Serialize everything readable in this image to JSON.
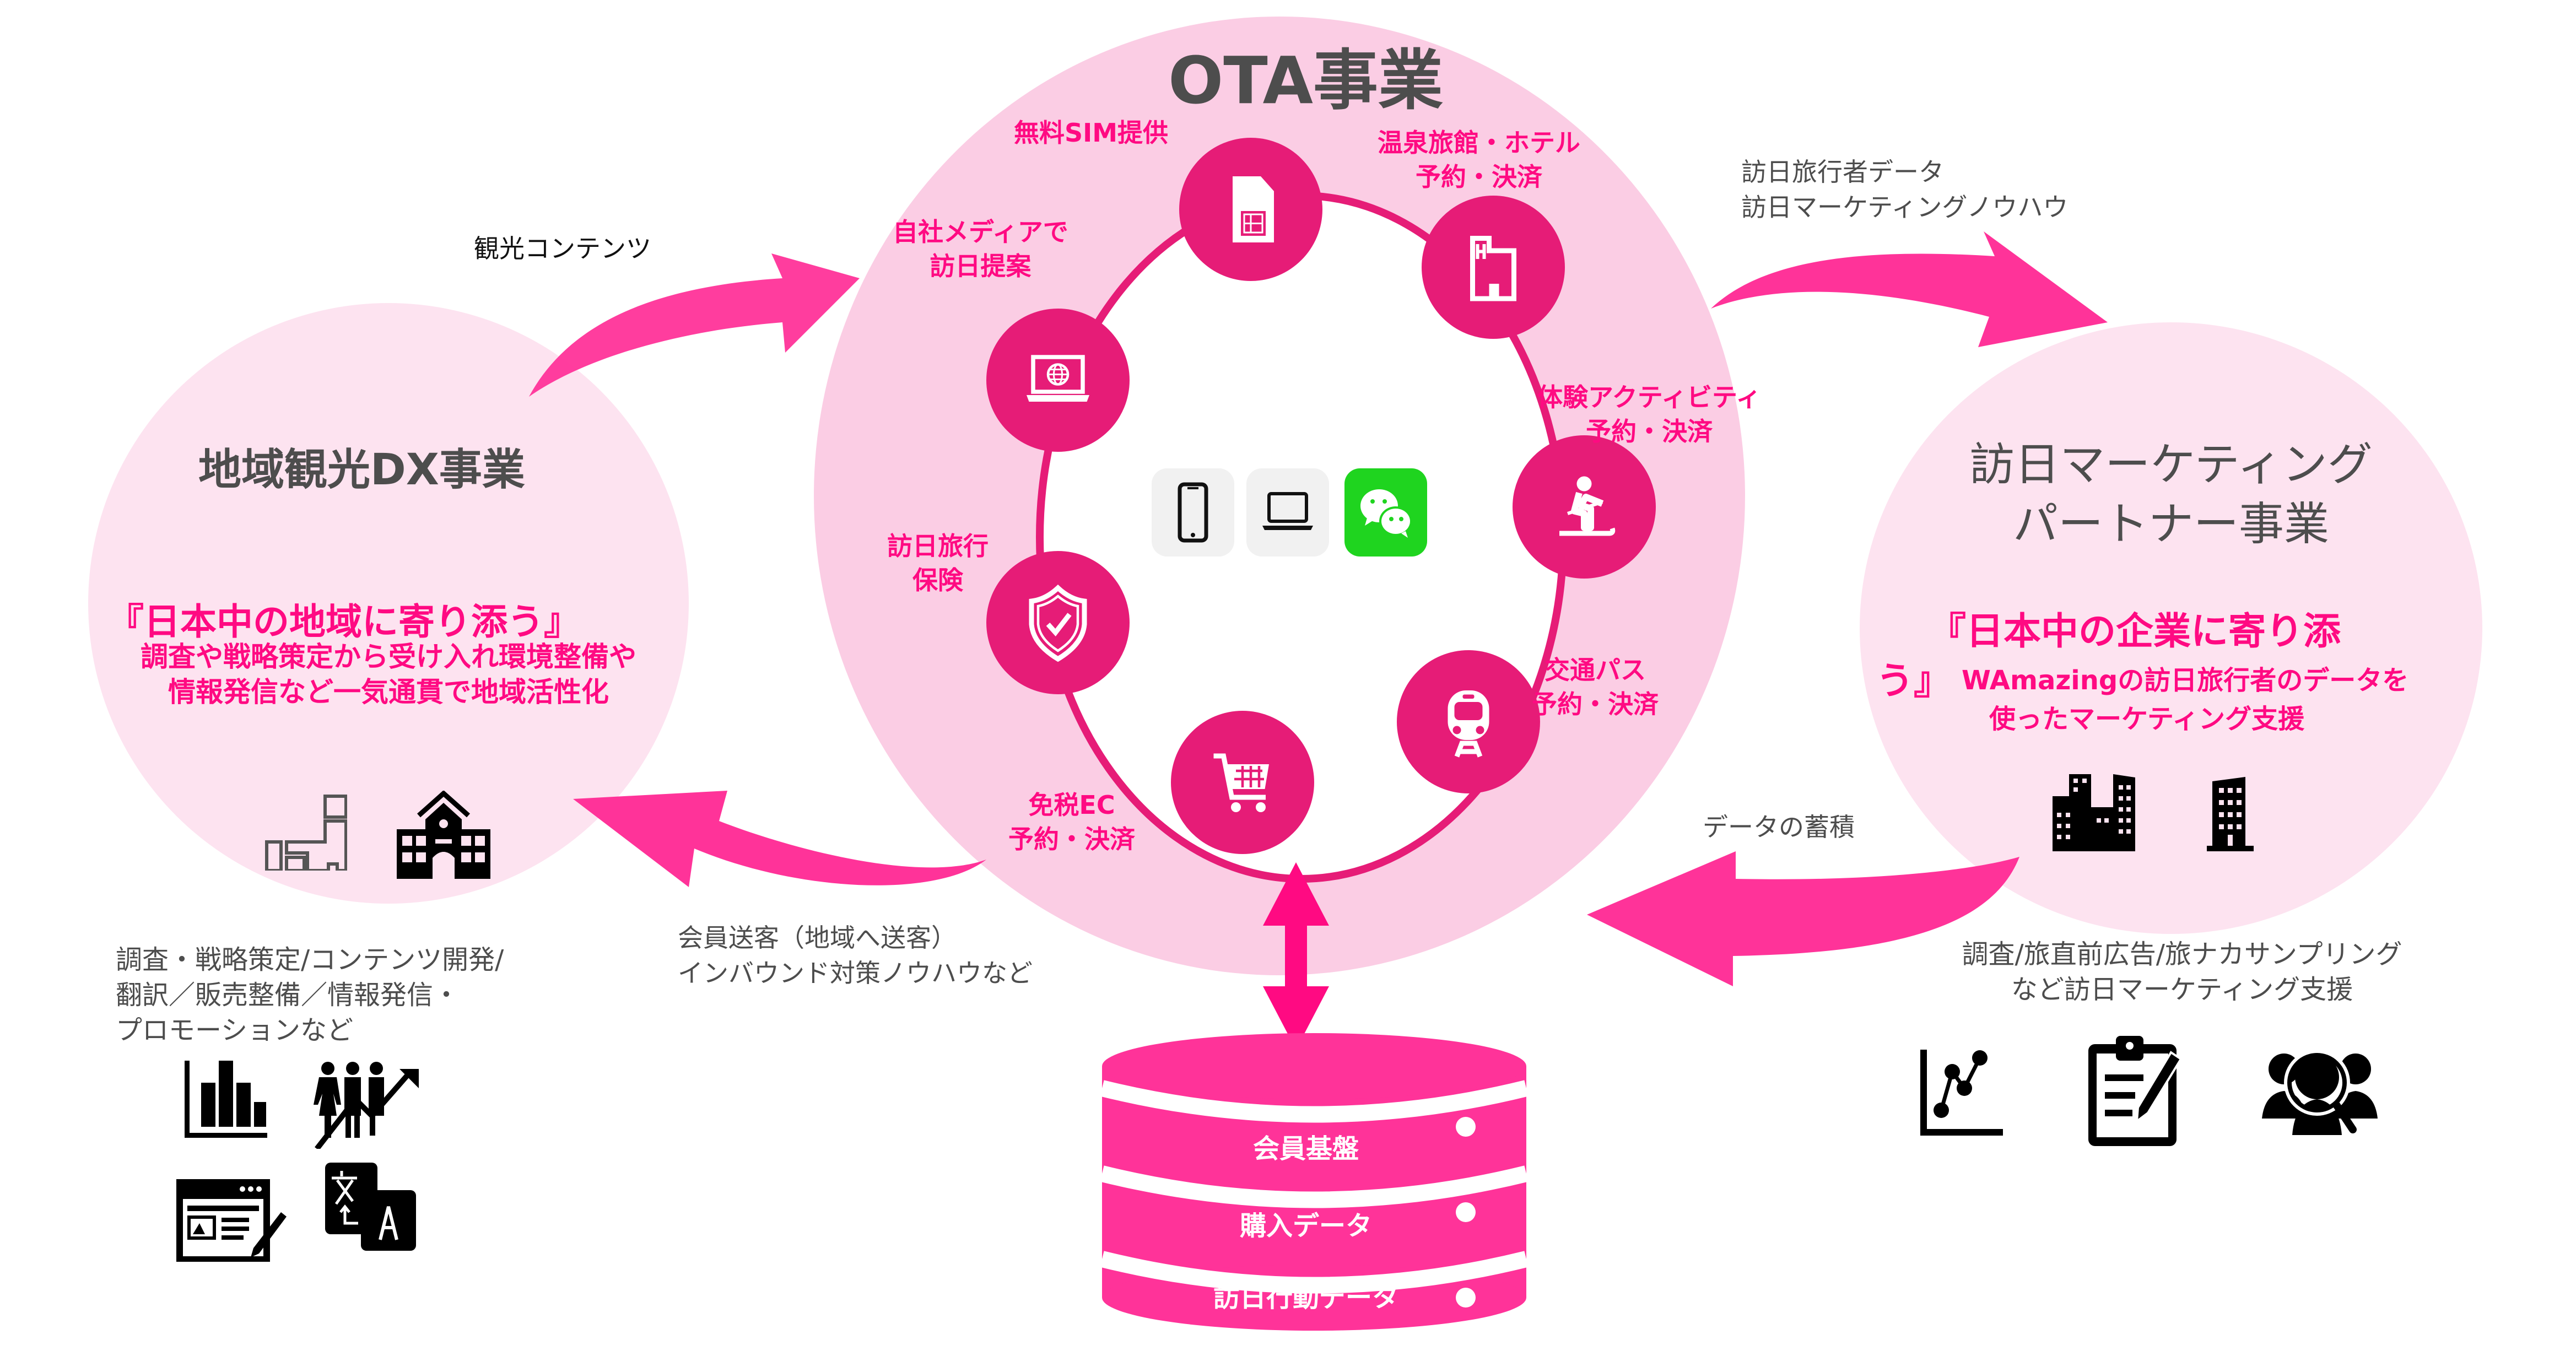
{
  "colors": {
    "ota_circle": "#fbcde4",
    "side_circle": "#fde3f0",
    "node": "#e61c77",
    "arrow": "#ff3399",
    "accent_text": "#ff0a82",
    "heading_text": "#4d4d4d",
    "wechat_green": "#1fd41f"
  },
  "ota": {
    "title": "OTA事業",
    "services": [
      {
        "icon": "sim-card-icon",
        "lines": [
          "無料SIM提供"
        ]
      },
      {
        "icon": "hotel-icon",
        "lines": [
          "温泉旅館・ホテル",
          "予約・決済"
        ]
      },
      {
        "icon": "skiing-icon",
        "lines": [
          "体験アクティビティ",
          "予約・決済"
        ]
      },
      {
        "icon": "train-icon",
        "lines": [
          "交通パス",
          "予約・決済"
        ]
      },
      {
        "icon": "shopping-cart-icon",
        "lines": [
          "免税EC",
          "予約・決済"
        ]
      },
      {
        "icon": "shield-check-icon",
        "lines": [
          "訪日旅行",
          "保険"
        ]
      },
      {
        "icon": "laptop-globe-icon",
        "lines": [
          "自社メディアで",
          "訪日提案"
        ]
      }
    ],
    "channels": [
      "smartphone-icon",
      "laptop-icon",
      "wechat-icon"
    ]
  },
  "regional": {
    "title": "地域観光DX事業",
    "slogan": "『日本中の地域に寄り添う』",
    "description": [
      "調査や戦略策定から受け入れ環境整備や",
      "情報発信など一気通貫で地域活性化"
    ],
    "icons": [
      "japan-map-icon",
      "town-hall-icon"
    ],
    "services": [
      "調査・戦略策定/コンテンツ開発/",
      "翻訳／販売整備／情報発信・",
      "プロモーションなど"
    ],
    "service_icons": [
      "bar-chart-icon",
      "people-growth-icon",
      "web-editor-icon",
      "translate-icon"
    ]
  },
  "partner": {
    "title": [
      "訪日マーケティング",
      "パートナー事業"
    ],
    "slogan": [
      "『日本中の企業に寄り添",
      "う』"
    ],
    "description": [
      "WAmazingの訪日旅行者のデータを",
      "使ったマーケティング支援"
    ],
    "icons": [
      "office-buildings-icon",
      "tower-building-icon"
    ],
    "services": [
      "調査/旅直前広告/旅ナカサンプリング",
      "など訪日マーケティング支援"
    ],
    "service_icons": [
      "line-chart-icon",
      "clipboard-pencil-icon",
      "user-search-icon"
    ]
  },
  "flows": {
    "tourism_content": "観光コンテンツ",
    "to_partner": [
      "訪日旅行者データ",
      "訪日マーケティングノウハウ"
    ],
    "data_accumulation": "データの蓄積",
    "to_regional": [
      "会員送客（地域へ送客）",
      "インバウンド対策ノウハウなど"
    ]
  },
  "database": {
    "layers": [
      "会員基盤",
      "購入データ",
      "訪日行動データ"
    ]
  }
}
